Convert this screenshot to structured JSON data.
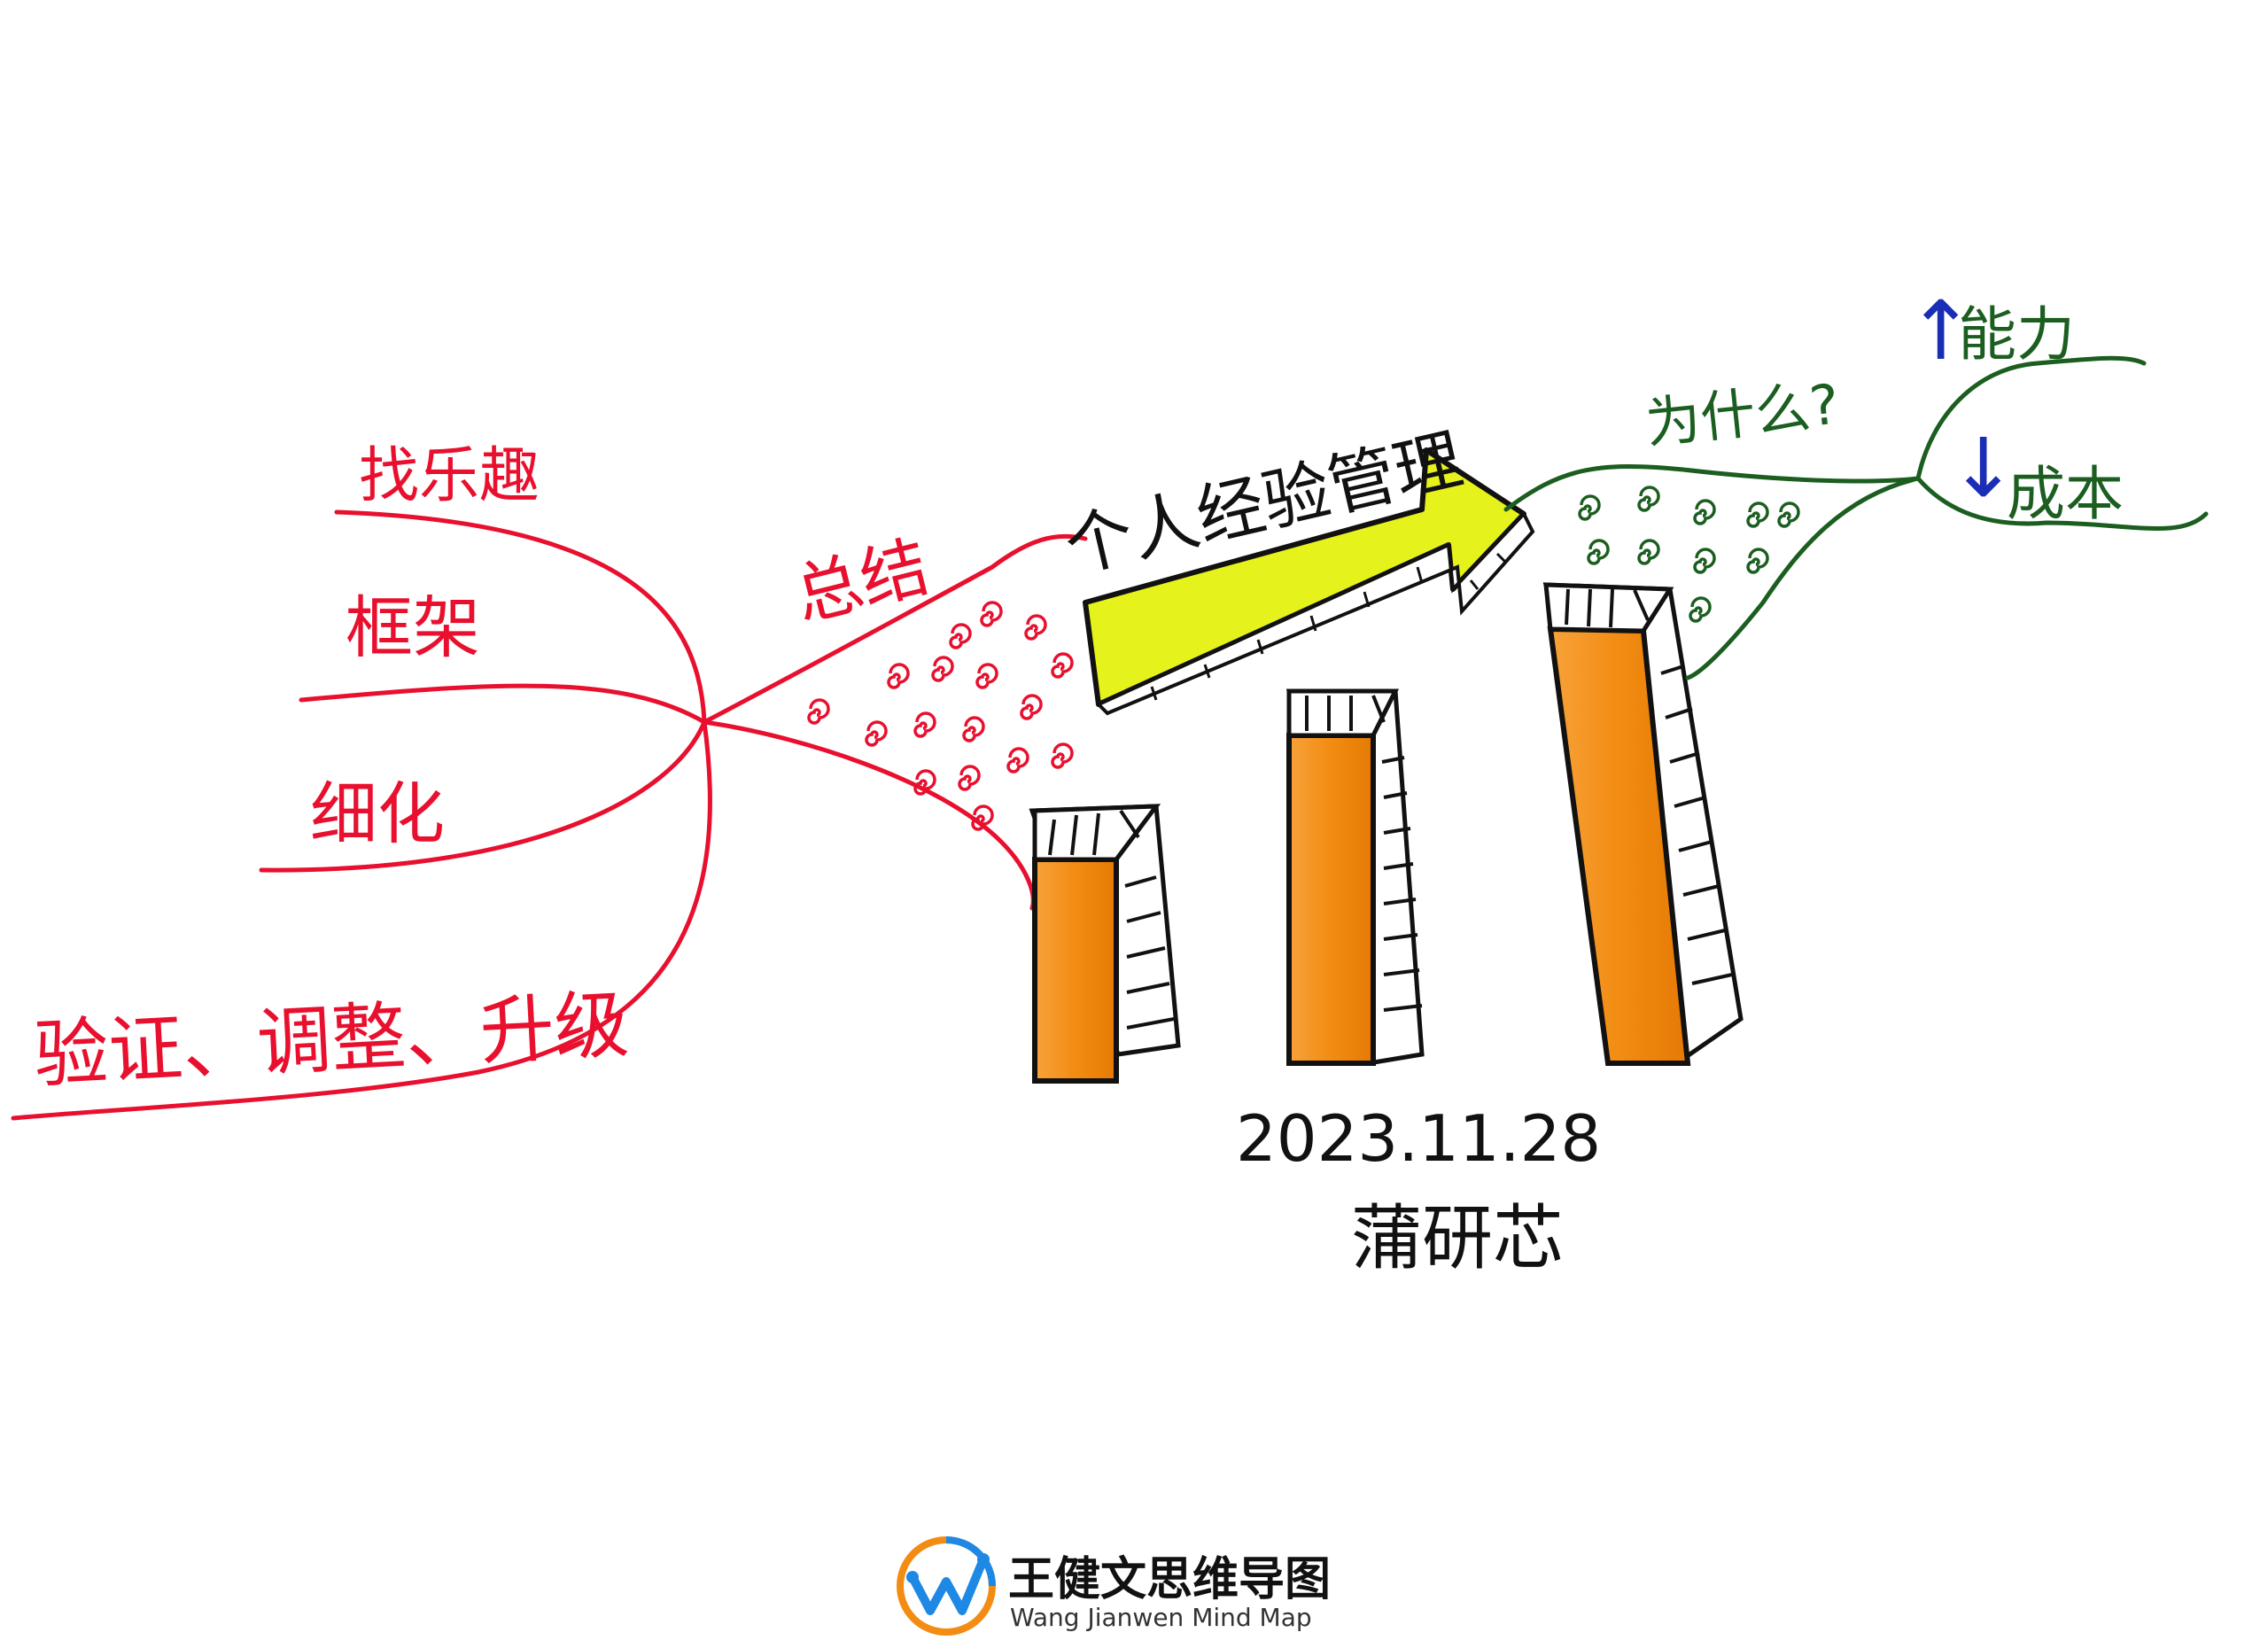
{
  "center": {
    "label": "个人经验管理"
  },
  "left_branch": {
    "label": "总结",
    "items": [
      {
        "label": "找乐趣"
      },
      {
        "label": "框架"
      },
      {
        "label": "细化"
      },
      {
        "label": "验证、调整、升级"
      }
    ]
  },
  "right_branch": {
    "label": "为什么?",
    "items": [
      {
        "label": "能力",
        "arrow": "↑"
      },
      {
        "label": "成本",
        "arrow": "↓"
      }
    ]
  },
  "date": "2023.11.28",
  "author": "蒲研芯",
  "logo": {
    "name_cn": "王健文思维导图",
    "name_en": "Wang Jianwen Mind Map"
  },
  "colors": {
    "left": "#e8102e",
    "right": "#1b5e20",
    "blue": "#1a2db5",
    "arrow_fill": "#e6f21b",
    "bar_fill": "#f28c12",
    "ink": "#111111"
  }
}
